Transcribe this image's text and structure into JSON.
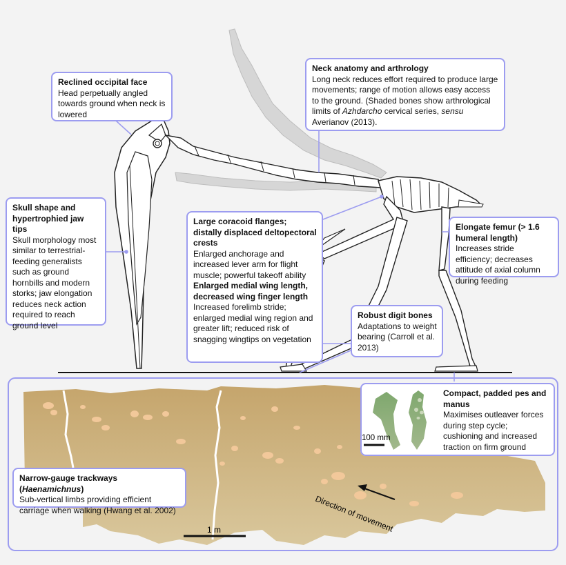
{
  "callouts": {
    "occipital": {
      "title": "Reclined occipital face",
      "text": "Head perpetually angled towards ground when neck is lowered"
    },
    "neck": {
      "title": "Neck anatomy and arthrology",
      "text_1": "Long neck reduces effort required to produce large movements; range of motion allows easy access to the ground. (Shaded bones show arthrological limits of ",
      "text_italic_1": "Azhdarcho",
      "text_2": " cervical series, ",
      "text_italic_2": "sensu",
      "text_3": " Averianov (2013)."
    },
    "skull": {
      "title": "Skull shape and hypertrophied jaw tips",
      "text": "Skull morphology most similar to terrestrial-feeding generalists such as ground hornbills and modern storks; jaw elongation reduces neck action required to reach ground level"
    },
    "coracoid": {
      "title": "Large coracoid flanges; distally displaced deltopectoral crests",
      "text": "Enlarged anchorage and increased lever arm for flight muscle; powerful takeoff ability",
      "title_2": "Enlarged medial wing length, decreased wing finger length",
      "text_2": "Increased forelimb stride; enlarged medial wing region and greater lift; reduced risk of snagging wingtips on vegetation"
    },
    "femur": {
      "title": "Elongate femur (> 1.6 humeral length)",
      "text": "Increases stride efficiency; decreases attitude of axial column during feeding"
    },
    "digit": {
      "title": "Robust digit bones",
      "text": "Adaptations to weight bearing (Carroll et al. 2013)"
    },
    "pes": {
      "title": "Compact, padded pes and manus",
      "text": "Maximises outleaver forces during step cycle; cushioning and increased traction on firm ground",
      "scale": "100 mm"
    },
    "trackways": {
      "title_1": "Narrow-gauge trackways (",
      "title_italic": "Haenamichnus",
      "title_2": ")",
      "text": "Sub-vertical limbs providing efficient carriage when walking (Hwang et al. 2002)"
    }
  },
  "trackway": {
    "direction_label": "Direction of movement",
    "scale_label": "1 m"
  },
  "colors": {
    "border": "#9c9cf0",
    "sediment": "#c8ad76",
    "footprint": "#f2c89a",
    "pad": "#8fb07e",
    "bone_shaded": "#d6d6d6"
  }
}
